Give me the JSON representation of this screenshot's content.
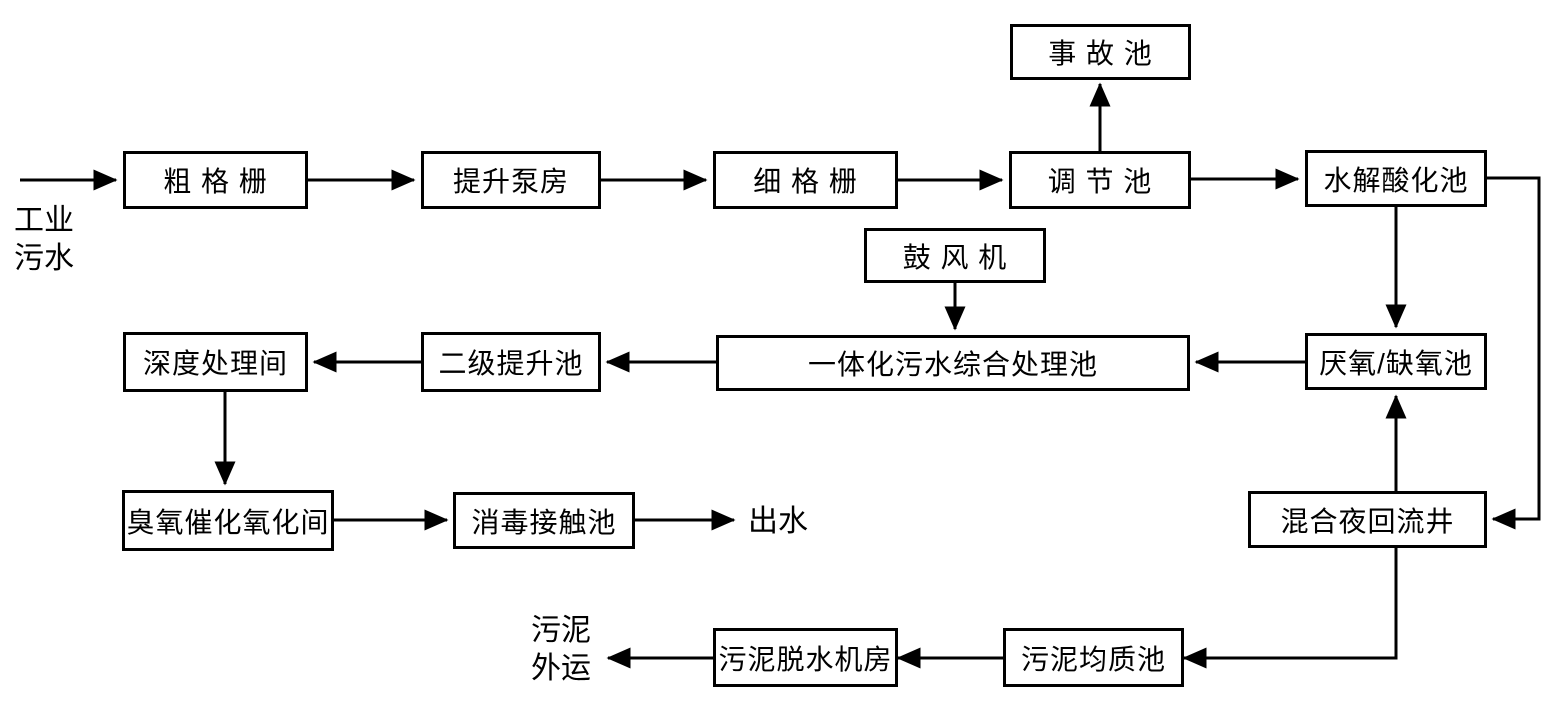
{
  "diagram": {
    "type": "flowchart",
    "subject": "industrial-wastewater-treatment-process",
    "colors": {
      "background": "#ffffff",
      "line": "#000000",
      "text": "#000000",
      "box_border": "#000000"
    },
    "nodes": {
      "accident_tank": {
        "label": "事 故 池"
      },
      "coarse_screen": {
        "label": "粗 格 栅"
      },
      "lift_pump_station": {
        "label": "提升泵房"
      },
      "fine_screen": {
        "label": "细 格 栅"
      },
      "regulating_tank": {
        "label": "调 节 池"
      },
      "hydrolysis_acidification_tank": {
        "label": "水解酸化池"
      },
      "blower": {
        "label": "鼓 风 机"
      },
      "advanced_treatment_room": {
        "label": "深度处理间"
      },
      "secondary_lift_tank": {
        "label": "二级提升池"
      },
      "integrated_treatment_tank": {
        "label": "一体化污水综合处理池"
      },
      "anaerobic_anoxic_tank": {
        "label": "厌氧/缺氧池"
      },
      "ozone_catalytic_oxidation_room": {
        "label": "臭氧催化氧化间"
      },
      "disinfection_contact_tank": {
        "label": "消毒接触池"
      },
      "mixed_liquor_return_well": {
        "label": "混合夜回流井"
      },
      "sludge_dewatering_room": {
        "label": "污泥脱水机房"
      },
      "sludge_homogenizing_tank": {
        "label": "污泥均质池"
      }
    },
    "labels": {
      "influent_line1": "工业",
      "influent_line2": "污水",
      "effluent": "出水",
      "sludge_out_line1": "污泥",
      "sludge_out_line2": "外运"
    },
    "edges": [
      {
        "from": "工业污水",
        "to": "粗格栅"
      },
      {
        "from": "粗格栅",
        "to": "提升泵房"
      },
      {
        "from": "提升泵房",
        "to": "细格栅"
      },
      {
        "from": "细格栅",
        "to": "调节池"
      },
      {
        "from": "调节池",
        "to": "事故池"
      },
      {
        "from": "调节池",
        "to": "水解酸化池"
      },
      {
        "from": "水解酸化池",
        "to": "厌氧/缺氧池"
      },
      {
        "from": "水解酸化池",
        "to": "混合夜回流井"
      },
      {
        "from": "厌氧/缺氧池",
        "to": "一体化污水综合处理池"
      },
      {
        "from": "鼓风机",
        "to": "一体化污水综合处理池"
      },
      {
        "from": "一体化污水综合处理池",
        "to": "二级提升池"
      },
      {
        "from": "二级提升池",
        "to": "深度处理间"
      },
      {
        "from": "深度处理间",
        "to": "臭氧催化氧化间"
      },
      {
        "from": "臭氧催化氧化间",
        "to": "消毒接触池"
      },
      {
        "from": "消毒接触池",
        "to": "出水"
      },
      {
        "from": "混合夜回流井",
        "to": "厌氧/缺氧池"
      },
      {
        "from": "混合夜回流井",
        "to": "污泥均质池"
      },
      {
        "from": "污泥均质池",
        "to": "污泥脱水机房"
      },
      {
        "from": "污泥脱水机房",
        "to": "污泥外运"
      }
    ]
  }
}
